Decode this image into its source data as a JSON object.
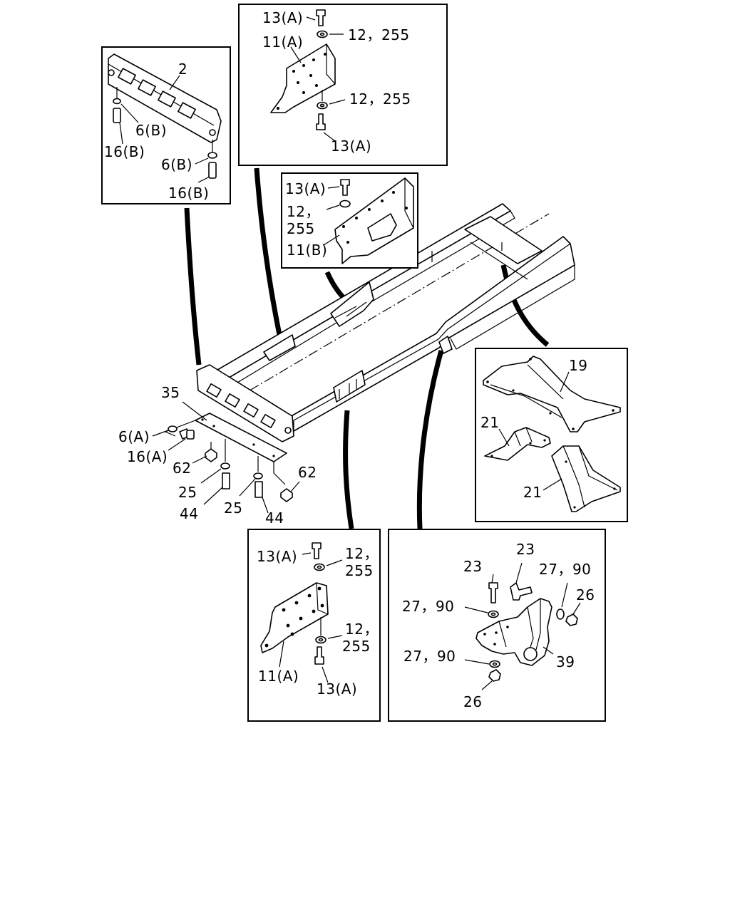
{
  "title": "",
  "callouts": {
    "inset_front_crossmember": {
      "part_2": "2",
      "washer_6b_upper": "6(B)",
      "bolt_16b_upper": "16(B)",
      "washer_6b_lower": "6(B)",
      "bolt_16b_lower": "16(B)"
    },
    "inset_bracket_11a_top": {
      "bolt_13a_top": "13(A)",
      "washer_top": "12，255",
      "bracket": "11(A)",
      "washer_bottom": "12，255",
      "bolt_13a_bottom": "13(A)"
    },
    "inset_bracket_11b": {
      "bolt_13a": "13(A)",
      "washer_line1": "12，",
      "washer_line2": "255",
      "bracket": "11(B)"
    },
    "main_frame": {
      "part_35": "35",
      "washer_6a": "6(A)",
      "bolt_16a": "16(A)",
      "nut_62_left": "62",
      "washer_25_left": "25",
      "bolt_44_left": "44",
      "washer_25_right": "25",
      "bolt_44_right": "44",
      "nut_62_right": "62"
    },
    "inset_crossmember_19": {
      "part_19": "19",
      "gusset_21_upper": "21",
      "gusset_21_lower": "21"
    },
    "inset_bracket_11a_bottom": {
      "bolt_13a_top": "13(A)",
      "washer_top_line1": "12，",
      "washer_top_line2": "255",
      "washer_bottom_line1": "12，",
      "washer_bottom_line2": "255",
      "bracket": "11(A)",
      "bolt_13a_bottom": "13(A)"
    },
    "inset_hanger_39": {
      "bolt_23_left": "23",
      "bolt_23_right": "23",
      "washer_27_90_right": "27，90",
      "nut_26_right": "26",
      "washer_27_90_left_upper": "27，90",
      "washer_27_90_left_lower": "27，90",
      "hanger": "39",
      "nut_26_bottom": "26"
    }
  }
}
